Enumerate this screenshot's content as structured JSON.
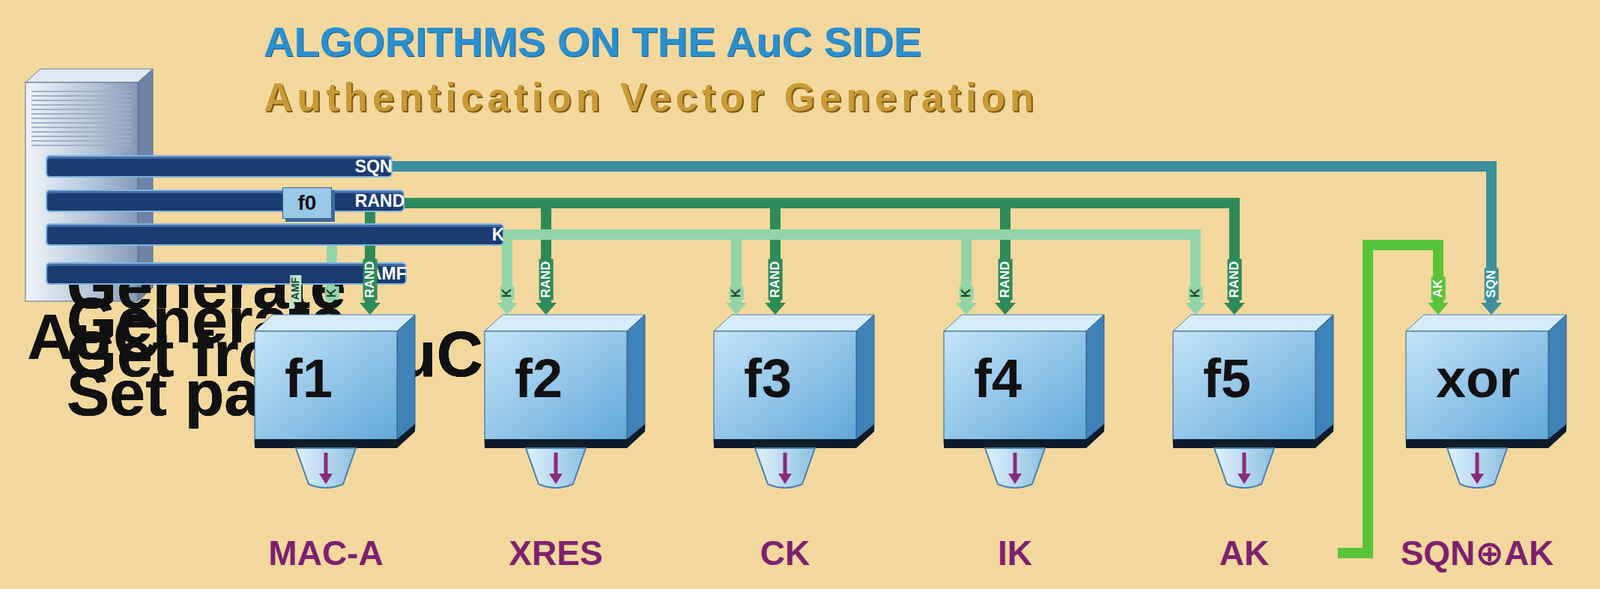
{
  "diagram": {
    "title": "ALGORITHMS ON THE AuC SIDE",
    "nodes": [
      {
        "text": [
          "AuC"
        ]
      },
      {
        "text": [
          "Generate",
          "SQN"
        ],
        "in": 0
      },
      {
        "text": [
          "Generate",
          "RAND"
        ],
        "in": 0
      },
      {
        "text": [
          "Get from AuC",
          "K"
        ],
        "in": 0
      },
      {
        "text": [
          "Set parm.",
          "AMF"
        ],
        "in": 0
      },
      {
        "text": [
          "f0"
        ]
      },
      {
        "text": [
          "f1",
          "MAC-A"
        ]
      },
      {
        "text": [
          "f2",
          "XRES"
        ]
      },
      {
        "text": [
          "f3",
          "CK"
        ]
      },
      {
        "text": [
          "f4",
          "IK"
        ]
      },
      {
        "text": [
          "f5",
          "AK"
        ]
      },
      {
        "text": [
          "xor",
          "SQN⊕AK"
        ]
      }
    ],
    "edges": [
      {
        "from": 1,
        "to": 11,
        "arrow": "to",
        "label": "SQN"
      },
      {
        "from": 5,
        "to": 6,
        "arrow": "to",
        "label": "RAND"
      },
      {
        "from": 5,
        "to": 7,
        "arrow": "to",
        "label": "RAND"
      },
      {
        "from": 5,
        "to": 8,
        "arrow": "to",
        "label": "RAND"
      },
      {
        "from": 5,
        "to": 9,
        "arrow": "to",
        "label": "RAND"
      },
      {
        "from": 5,
        "to": 10,
        "arrow": "to",
        "label": "RAND"
      },
      {
        "from": 3,
        "to": 6,
        "arrow": "to",
        "label": "K"
      },
      {
        "from": 3,
        "to": 7,
        "arrow": "to",
        "label": "K"
      },
      {
        "from": 3,
        "to": 8,
        "arrow": "to",
        "label": "K"
      },
      {
        "from": 3,
        "to": 9,
        "arrow": "to",
        "label": "K"
      },
      {
        "from": 3,
        "to": 10,
        "arrow": "to",
        "label": "K"
      },
      {
        "from": 4,
        "to": 6,
        "arrow": "to",
        "label": "AMF"
      },
      {
        "from": 10,
        "to": 11,
        "arrow": "to",
        "label": "AK"
      }
    ],
    "labels": [
      "Authentication Vector Generation"
    ]
  }
}
